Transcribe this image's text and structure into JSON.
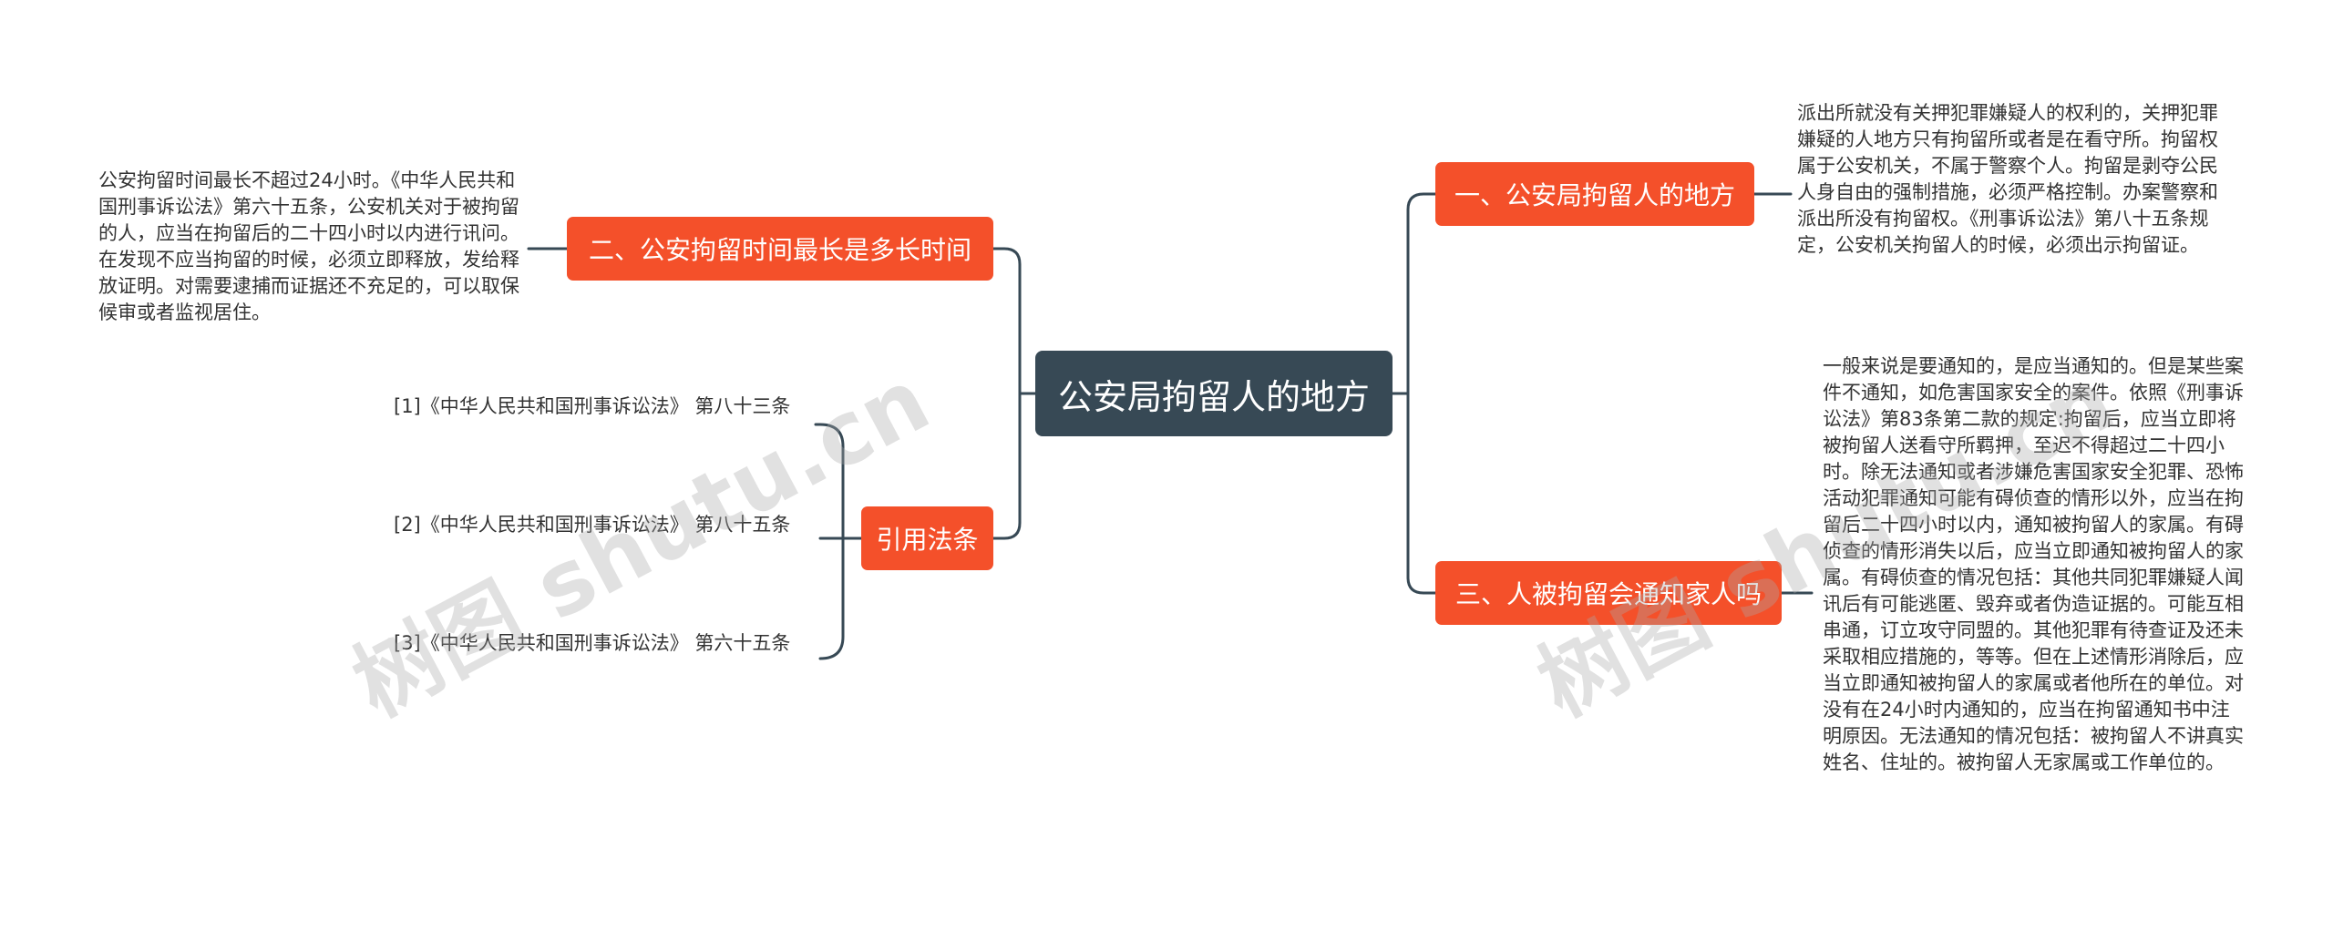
{
  "mindmap": {
    "central": "公安局拘留人的地方",
    "branches": [
      {
        "label": "一、公安局拘留人的地方",
        "detail": "派出所就没有关押犯罪嫌疑人的权利的，关押犯罪嫌疑的人地方只有拘留所或者是在看守所。拘留权属于公安机关，不属于警察个人。拘留是剥夺公民人身自由的强制措施，必须严格控制。办案警察和派出所没有拘留权。《刑事诉讼法》第八十五条规定，公安机关拘留人的时候，必须出示拘留证。"
      },
      {
        "label": "二、公安拘留时间最长是多长时间",
        "detail": "公安拘留时间最长不超过24小时。《中华人民共和国刑事诉讼法》第六十五条，公安机关对于被拘留的人，应当在拘留后的二十四小时以内进行讯问。在发现不应当拘留的时候，必须立即释放，发给释放证明。对需要逮捕而证据还不充足的，可以取保候审或者监视居住。"
      },
      {
        "label": "三、人被拘留会通知家人吗",
        "detail": "一般来说是要通知的，是应当通知的。但是某些案件不通知，如危害国家安全的案件。依照《刑事诉讼法》第83条第二款的规定:拘留后，应当立即将被拘留人送看守所羁押，至迟不得超过二十四小时。除无法通知或者涉嫌危害国家安全犯罪、恐怖活动犯罪通知可能有碍侦查的情形以外，应当在拘留后二十四小时以内，通知被拘留人的家属。有碍侦查的情形消失以后，应当立即通知被拘留人的家属。有碍侦查的情况包括：其他共同犯罪嫌疑人闻讯后有可能逃匿、毁弃或者伪造证据的。可能互相串通，订立攻守同盟的。其他犯罪有待查证及还未采取相应措施的，等等。但在上述情形消除后，应当立即通知被拘留人的家属或者他所在的单位。对没有在24小时内通知的，应当在拘留通知书中注明原因。无法通知的情况包括：被拘留人不讲真实姓名、住址的。被拘留人无家属或工作单位的。"
      },
      {
        "label": "引用法条",
        "refs": [
          "[1]《中华人民共和国刑事诉讼法》 第八十三条",
          "[2]《中华人民共和国刑事诉讼法》 第八十五条",
          "[3]《中华人民共和国刑事诉讼法》 第六十五条"
        ]
      }
    ]
  },
  "watermarks": [
    "树图 shutu.cn",
    "树图 shutu.cn"
  ],
  "colors": {
    "central_bg": "#374955",
    "branch_bg": "#f4502a",
    "line": "#374955",
    "text": "#333333"
  }
}
